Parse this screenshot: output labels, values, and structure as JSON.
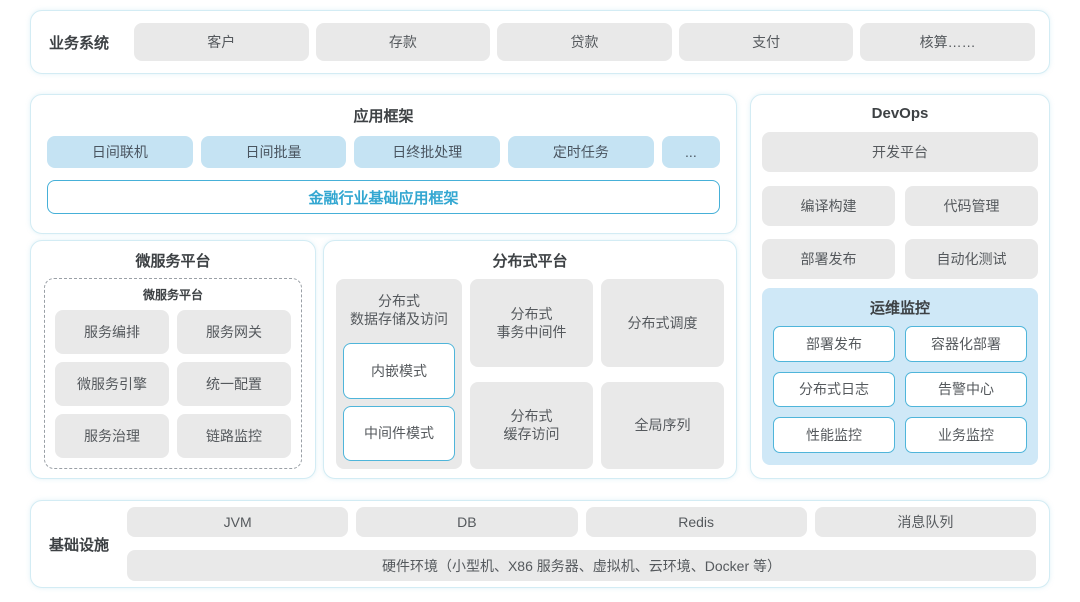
{
  "colors": {
    "container_border": "#d3ecf4",
    "chip_gray_bg": "#e9e9e9",
    "chip_blue_bg": "#c5e3f3",
    "ops_panel_bg": "#cfe8f7",
    "outline_chip_border": "#4fb5da",
    "accent_text": "#33a7d1",
    "title_text": "#3d4144",
    "chip_text": "#55595d"
  },
  "business": {
    "label": "业务系统",
    "items": [
      "客户",
      "存款",
      "贷款",
      "支付",
      "核算……"
    ]
  },
  "app_framework": {
    "title": "应用框架",
    "modules": [
      "日间联机",
      "日间批量",
      "日终批处理",
      "定时任务",
      "..."
    ],
    "base_framework": "金融行业基础应用框架"
  },
  "devops": {
    "title": "DevOps",
    "dev_platform": "开发平台",
    "tools": [
      "编译构建",
      "代码管理",
      "部署发布",
      "自动化测试"
    ],
    "ops_monitor": {
      "title": "运维监控",
      "items": [
        "部署发布",
        "容器化部署",
        "分布式日志",
        "告警中心",
        "性能监控",
        "业务监控"
      ]
    }
  },
  "microservice": {
    "title": "微服务平台",
    "inner_title": "微服务平台",
    "items": [
      "服务编排",
      "服务网关",
      "微服务引擎",
      "统一配置",
      "服务治理",
      "链路监控"
    ]
  },
  "distributed": {
    "title": "分布式平台",
    "storage": {
      "title": "分布式\n数据存储及访问",
      "modes": [
        "内嵌模式",
        "中间件模式"
      ]
    },
    "middle_items": [
      "分布式\n事务中间件",
      "分布式\n缓存访问"
    ],
    "right_items": [
      "分布式调度",
      "全局序列"
    ]
  },
  "infrastructure": {
    "label": "基础设施",
    "items": [
      "JVM",
      "DB",
      "Redis",
      "消息队列"
    ],
    "hardware": "硬件环境（小型机、X86 服务器、虚拟机、云环境、Docker 等）"
  }
}
